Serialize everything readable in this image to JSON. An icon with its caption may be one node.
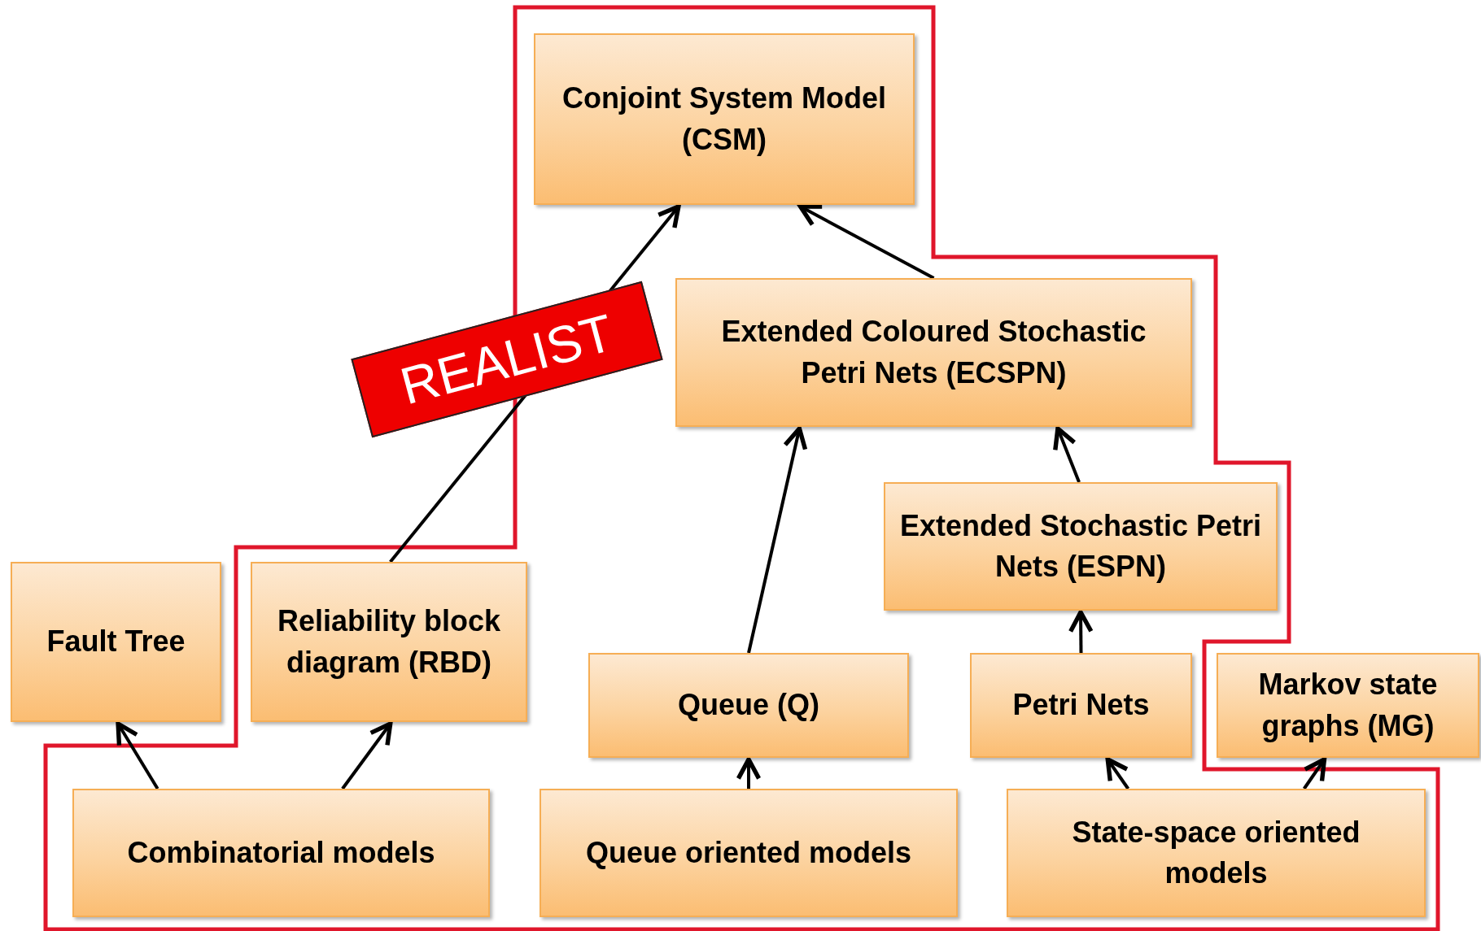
{
  "diagram": {
    "nodes": [
      {
        "text": [
          "Conjoint System Model (CSM)"
        ]
      },
      {
        "text": [
          "Extended Coloured Stochastic Petri Nets (ECSPN)"
        ]
      },
      {
        "text": [
          "Extended Stochastic Petri Nets (ESPN)"
        ]
      },
      {
        "text": [
          "Fault Tree"
        ]
      },
      {
        "text": [
          "Reliability block diagram (RBD)"
        ]
      },
      {
        "text": [
          "Queue (Q)"
        ]
      },
      {
        "text": [
          "Petri Nets"
        ]
      },
      {
        "text": [
          "Markov state graphs (MG)"
        ]
      },
      {
        "text": [
          "Combinatorial models"
        ]
      },
      {
        "text": [
          "Queue oriented models"
        ]
      },
      {
        "text": [
          "State-space oriented models"
        ]
      }
    ],
    "edges": [
      {
        "from": 8,
        "to": 3,
        "arrow": "to"
      },
      {
        "from": 8,
        "to": 4,
        "arrow": "to"
      },
      {
        "from": 9,
        "to": 5,
        "arrow": "to"
      },
      {
        "from": 10,
        "to": 6,
        "arrow": "to"
      },
      {
        "from": 10,
        "to": 7,
        "arrow": "to"
      },
      {
        "from": 6,
        "to": 2,
        "arrow": "to"
      },
      {
        "from": 2,
        "to": 1,
        "arrow": "to"
      },
      {
        "from": 5,
        "to": 1,
        "arrow": "to"
      },
      {
        "from": 4,
        "to": 0,
        "arrow": "to"
      },
      {
        "from": 1,
        "to": 0,
        "arrow": "to"
      }
    ],
    "labels": [
      "REALIST"
    ]
  }
}
